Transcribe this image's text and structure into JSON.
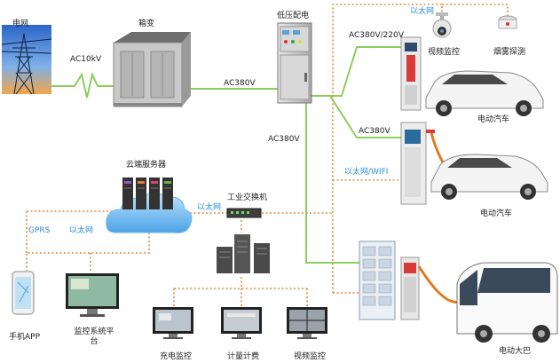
{
  "nodes": {
    "grid": "电网",
    "transformer": "箱变",
    "low_voltage": "低压配电",
    "cloud_server": "云端服务器",
    "switch": "工业交换机",
    "video_monitor_top": "视频监控",
    "smoke_detector": "烟雾探测",
    "ev1": "电动汽车",
    "ev2": "电动汽车",
    "bus": "电动大巴",
    "phone_app": "手机APP",
    "platform": "监控系统平台",
    "charge_monitor": "充电监控",
    "metering": "计量计费",
    "video_monitor_bottom": "视频监控"
  },
  "links": {
    "ac10kv": "AC10kV",
    "ac380_a": "AC380V",
    "ac380_b": "AC380V",
    "ac380v_220v": "AC380V/220V",
    "ac380_c": "AC380V",
    "ethernet_top": "以太网",
    "ethernet_wifi": "以太网/WIFI",
    "ethernet_mid": "以太网",
    "gprs": "GPRS",
    "ethernet_left": "以太网"
  },
  "colors": {
    "power_line": "#8ccf5c",
    "data_line": "#e28a3c",
    "wireless_label": "#2c8fd6",
    "frame": "#7d7d7d"
  }
}
